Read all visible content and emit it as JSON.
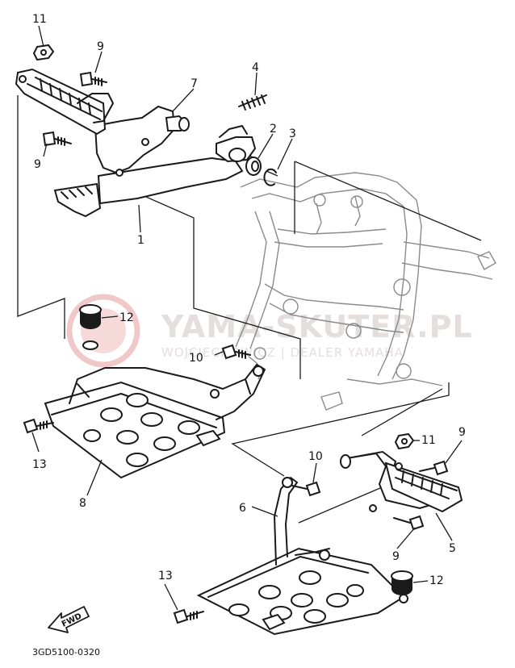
{
  "watermark": {
    "main": "YAMA-SKUTER.PL",
    "sub": "WOJCIECHOWICZ | DEALER YAMAHA"
  },
  "callouts": {
    "c1": "1",
    "c2": "2",
    "c3": "3",
    "c4": "4",
    "c5": "5",
    "c6": "6",
    "c7": "7",
    "c8": "8",
    "c9a": "9",
    "c9b": "9",
    "c9c": "9",
    "c9d": "9",
    "c10a": "10",
    "c10b": "10",
    "c11a": "11",
    "c11b": "11",
    "c12a": "12",
    "c12b": "12",
    "c13a": "13",
    "c13b": "13"
  },
  "fwd_label": "FWD",
  "diagram_code": "3GD5100-0320"
}
